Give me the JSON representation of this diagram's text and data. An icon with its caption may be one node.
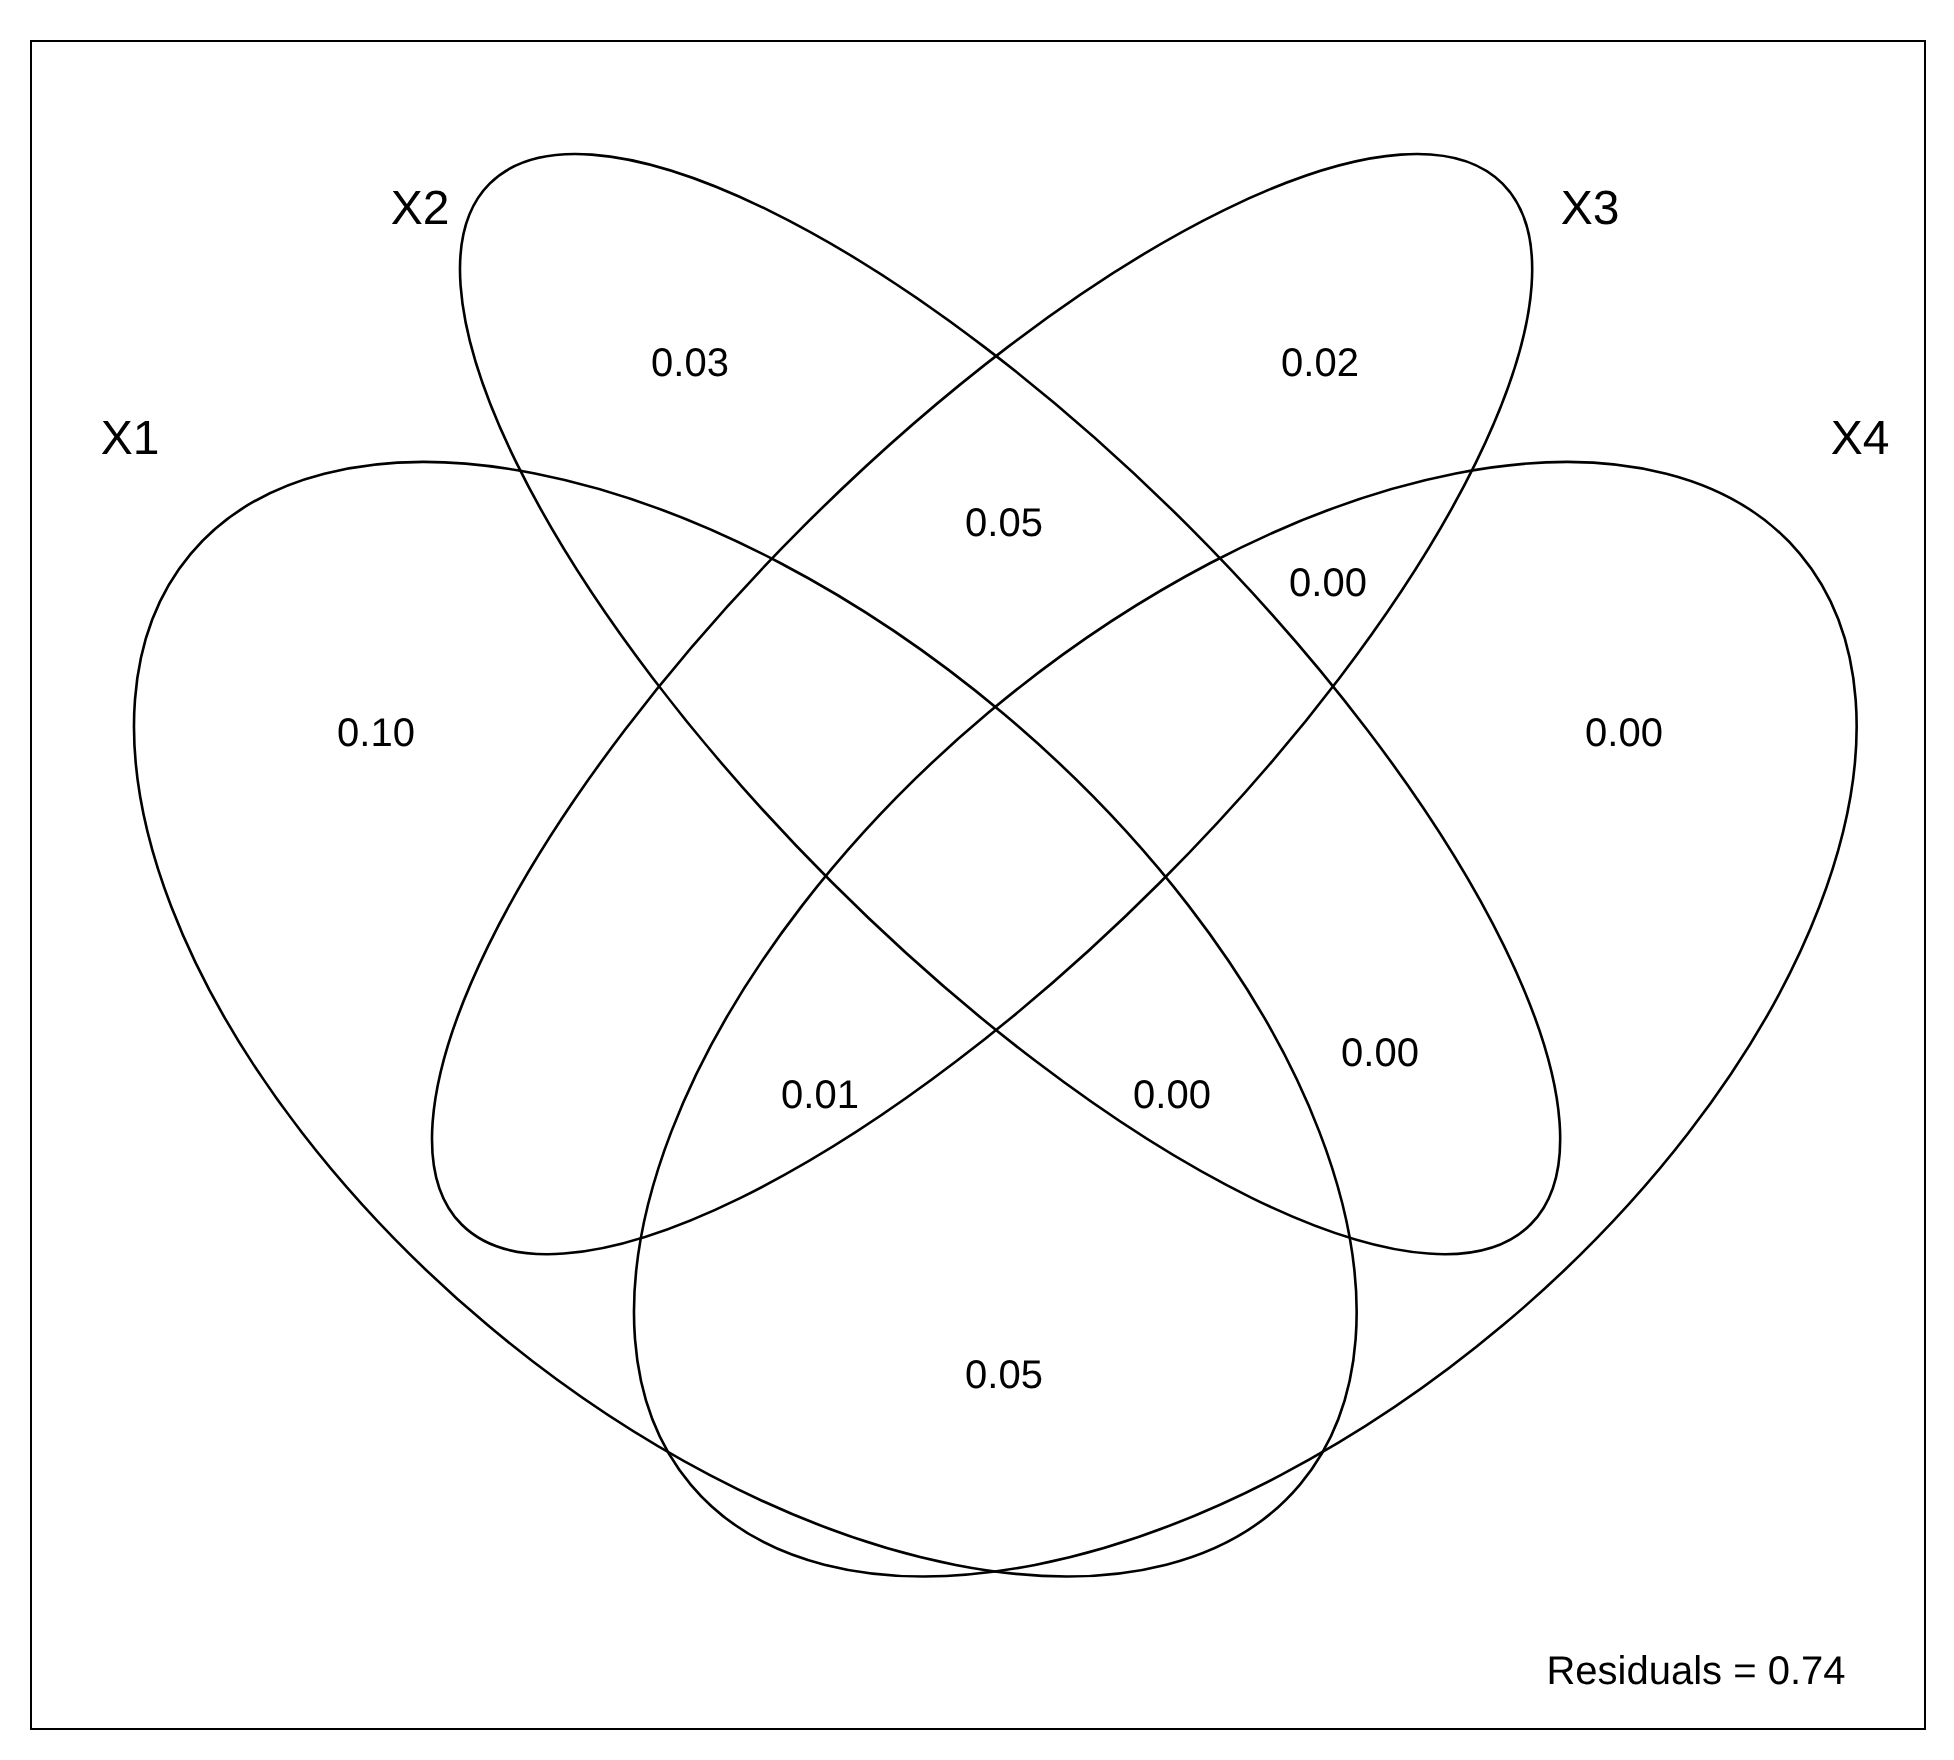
{
  "diagram": {
    "nodes": [
      {
        "text": [
          "X1"
        ]
      },
      {
        "text": [
          "X2"
        ]
      },
      {
        "text": [
          "X3"
        ]
      },
      {
        "text": [
          "X4"
        ]
      }
    ],
    "labels": [
      "0.03",
      "0.02",
      "0.05",
      "0.00",
      "0.10",
      "0.00",
      "0.00",
      "0.01",
      "0.00",
      "0.05",
      "Residuals = 0.74"
    ]
  }
}
